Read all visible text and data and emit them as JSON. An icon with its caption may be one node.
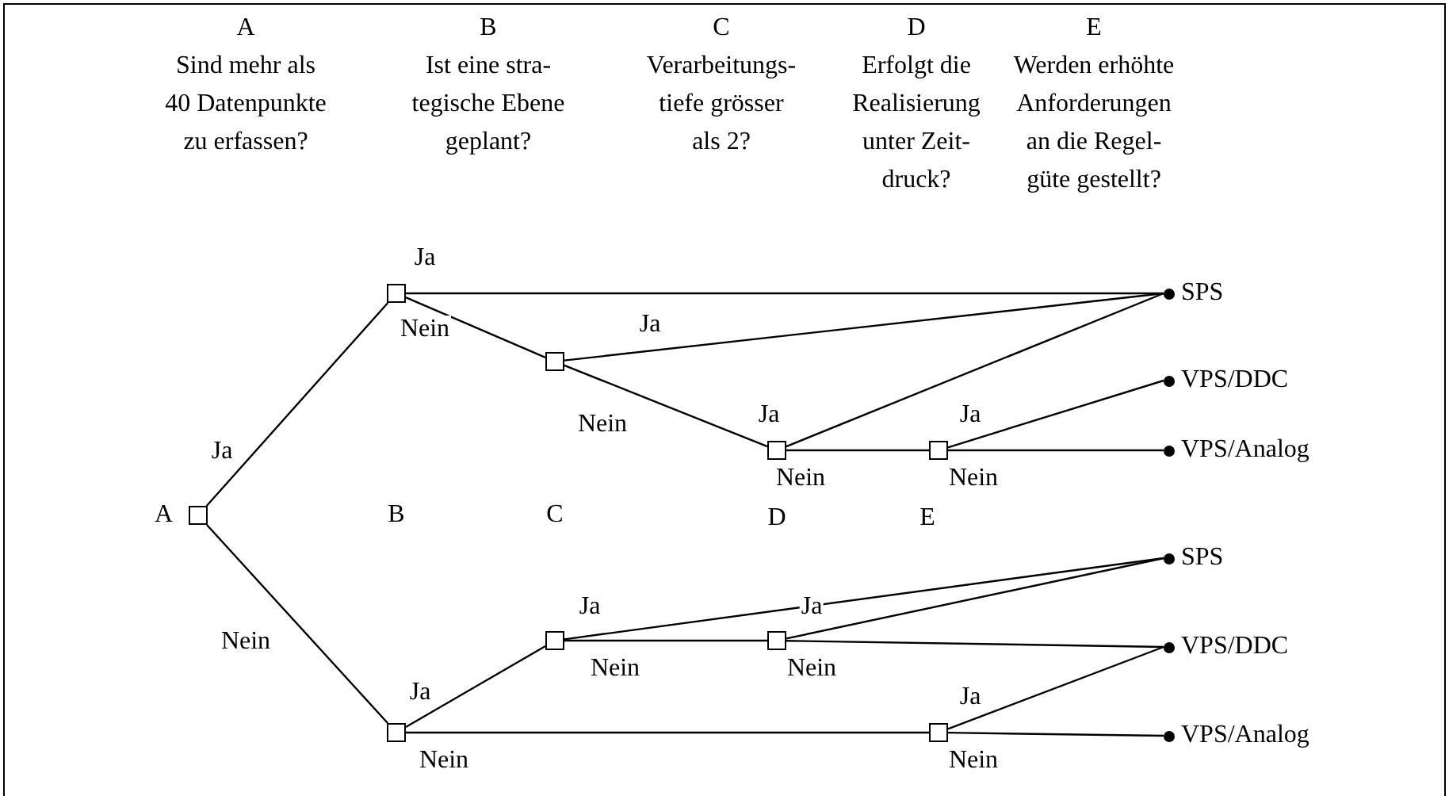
{
  "diagram": {
    "nodes": [
      {
        "text": [],
        "shape": "box",
        "beside": [
          "A"
        ]
      },
      {
        "text": [],
        "shape": "box"
      },
      {
        "text": [],
        "shape": "box"
      },
      {
        "text": [],
        "shape": "box"
      },
      {
        "text": [],
        "shape": "box"
      },
      {
        "text": [],
        "shape": "box"
      },
      {
        "text": [],
        "shape": "box"
      },
      {
        "text": [],
        "shape": "box"
      },
      {
        "text": [],
        "shape": "box"
      },
      {
        "text": [
          "SPS"
        ]
      },
      {
        "text": [
          "VPS/DDC"
        ]
      },
      {
        "text": [
          "VPS/Analog"
        ]
      },
      {
        "text": [
          "SPS"
        ]
      },
      {
        "text": [
          "VPS/DDC"
        ]
      },
      {
        "text": [
          "VPS/Analog"
        ]
      }
    ],
    "edges": [
      {
        "from": 0,
        "to": 1,
        "arrow": "none",
        "label": "Ja"
      },
      {
        "from": 0,
        "to": 6,
        "arrow": "none",
        "label": "Nein"
      },
      {
        "from": 1,
        "to": 9,
        "arrow": "none",
        "label": "Ja"
      },
      {
        "from": 1,
        "to": 2,
        "arrow": "none",
        "label": "Nein"
      },
      {
        "from": 2,
        "to": 9,
        "arrow": "none",
        "label": "Ja"
      },
      {
        "from": 2,
        "to": 3,
        "arrow": "none",
        "label": "Nein"
      },
      {
        "from": 3,
        "to": 9,
        "arrow": "none",
        "label": "Ja"
      },
      {
        "from": 3,
        "to": 4,
        "arrow": "none",
        "label": "Nein"
      },
      {
        "from": 4,
        "to": 10,
        "arrow": "none",
        "label": "Ja"
      },
      {
        "from": 4,
        "to": 11,
        "arrow": "none",
        "label": "Nein"
      },
      {
        "from": 6,
        "to": 5,
        "arrow": "none",
        "label": "Ja"
      },
      {
        "from": 6,
        "to": 8,
        "arrow": "none",
        "label": "Nein"
      },
      {
        "from": 5,
        "to": 12,
        "arrow": "none",
        "label": "Ja"
      },
      {
        "from": 5,
        "to": 7,
        "arrow": "none",
        "label": "Nein"
      },
      {
        "from": 7,
        "to": 12,
        "arrow": "none",
        "label": "Ja"
      },
      {
        "from": 7,
        "to": 13,
        "arrow": "none",
        "label": "Nein"
      },
      {
        "from": 8,
        "to": 13,
        "arrow": "none",
        "label": "Ja"
      },
      {
        "from": 8,
        "to": 14,
        "arrow": "none",
        "label": "Nein"
      }
    ],
    "labels": [
      "A",
      "Sind mehr als 40 Datenpunkte zu erfassen?",
      "B",
      "Ist eine stra- tegische Ebene geplant?",
      "C",
      "Verarbeitungs- tiefe grösser als 2?",
      "D",
      "Erfolgt die Realisierung unter Zeit- druck?",
      "E",
      "Werden erhöhte Anforderungen an die Regel- güte gestellt?",
      "B",
      "C",
      "D",
      "E"
    ]
  }
}
